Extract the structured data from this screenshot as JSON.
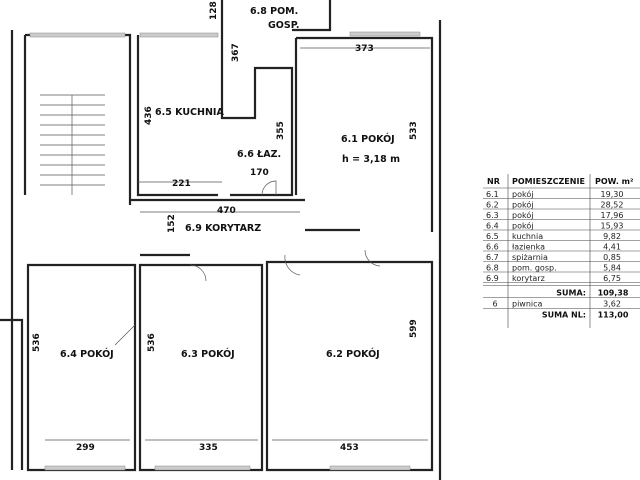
{
  "rooms": {
    "r68a": "6.8 POM.",
    "r68b": "GOSP.",
    "r65": "6.5 KUCHNIA",
    "r66": "6.6 ŁAZ.",
    "r61": "6.1 POKÓJ",
    "height": "h = 3,18 m",
    "r69": "6.9 KORYTARZ",
    "r64": "6.4 POKÓJ",
    "r63": "6.3 POKÓJ",
    "r62": "6.2 POKÓJ"
  },
  "dimensions": {
    "d128": "128",
    "d367": "367",
    "d436": "436",
    "d355": "355",
    "d533": "533",
    "d373": "373",
    "d221": "221",
    "d170": "170",
    "d470": "470",
    "d152": "152",
    "d536a": "536",
    "d536b": "536",
    "d599": "599",
    "d299": "299",
    "d335": "335",
    "d453": "453"
  },
  "table": {
    "headers": [
      "NR",
      "POMIESZCZENIE",
      "POW. m²"
    ],
    "rows": [
      {
        "nr": "6.1",
        "name": "pokój",
        "area": "19,30"
      },
      {
        "nr": "6.2",
        "name": "pokój",
        "area": "28,52"
      },
      {
        "nr": "6.3",
        "name": "pokój",
        "area": "17,96"
      },
      {
        "nr": "6.4",
        "name": "pokój",
        "area": "15,93"
      },
      {
        "nr": "6.5",
        "name": "kuchnia",
        "area": "9,82"
      },
      {
        "nr": "6.6",
        "name": "łazienka",
        "area": "4,41"
      },
      {
        "nr": "6.7",
        "name": "spiżarnia",
        "area": "0,85"
      },
      {
        "nr": "6.8",
        "name": "pom. gosp.",
        "area": "5,84"
      },
      {
        "nr": "6.9",
        "name": "korytarz",
        "area": "6,75"
      }
    ],
    "sum_label": "SUMA:",
    "sum_value": "109,38",
    "basement": {
      "nr": "6",
      "name": "piwnica",
      "area": "3,62"
    },
    "total_label": "SUMA NL:",
    "total_value": "113,00"
  }
}
